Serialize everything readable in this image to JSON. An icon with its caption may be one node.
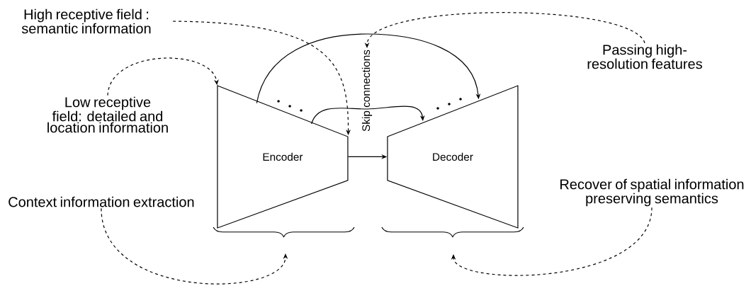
{
  "diagram": {
    "nodes": [
      {
        "text": [
          "High receptive field : semantic information"
        ]
      },
      {
        "text": [
          "Low receptive field: detailed and location information"
        ]
      },
      {
        "text": [
          "Encoder"
        ]
      },
      {
        "text": [
          "Decoder"
        ]
      },
      {
        "text": [
          "Skip connections"
        ]
      },
      {
        "text": [
          "Passing high-resolution features"
        ]
      },
      {
        "text": [
          "Context information extraction"
        ]
      },
      {
        "text": [
          "Recover of spatial information preserving semantics"
        ]
      }
    ],
    "edges": [
      {
        "from": 0,
        "to": 2,
        "arrow": "to",
        "style": "dashed"
      },
      {
        "from": 1,
        "to": 2,
        "arrow": "to",
        "style": "dashed"
      },
      {
        "from": 5,
        "to": 4,
        "arrow": "to",
        "style": "dashed"
      },
      {
        "from": 2,
        "to": 3,
        "arrow": "to"
      },
      {
        "from": 2,
        "to": 3,
        "arrow": "to"
      },
      {
        "from": 2,
        "to": 3,
        "arrow": "to"
      },
      {
        "from": 6,
        "to": null,
        "arrow": "to",
        "style": "dashed"
      },
      {
        "from": 7,
        "to": null,
        "arrow": "to",
        "style": "dashed"
      }
    ]
  }
}
